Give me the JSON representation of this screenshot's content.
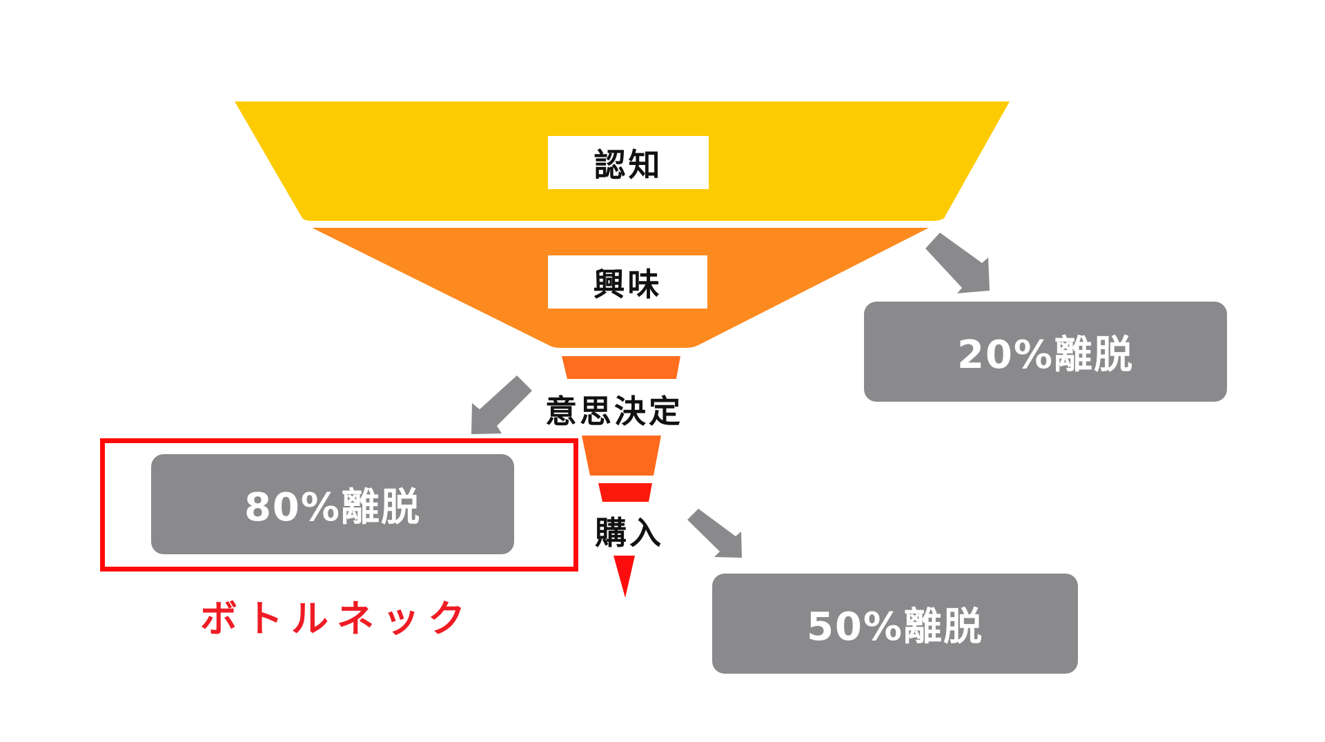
{
  "funnel": {
    "stages": [
      {
        "label": "認知",
        "color": "#fdcb02"
      },
      {
        "label": "興味",
        "color": "#fd8a1f"
      },
      {
        "label": "意思決定",
        "color": "#fe6a1c"
      },
      {
        "label": "購入",
        "color": "#fd0d0d"
      }
    ],
    "segment_colors": [
      "#fdcb02",
      "#fd8a1f",
      "#fe6e1e",
      "#fe6a1c",
      "#fd1a0c",
      "#fd0d0d"
    ]
  },
  "dropoffs": [
    {
      "id": "awareness-to-interest",
      "label": "20%離脱",
      "color": "#8a8a8c"
    },
    {
      "id": "interest-to-decision",
      "label": "80%離脱",
      "color": "#8a8a8c"
    },
    {
      "id": "decision-to-purchase",
      "label": "50%離脱",
      "color": "#8a8a8c"
    }
  ],
  "annotation": {
    "label": "ボトルネック",
    "color": "#ee1c24",
    "frame_color": "#ff0a0a"
  },
  "arrow_color": "#8a8a8c"
}
